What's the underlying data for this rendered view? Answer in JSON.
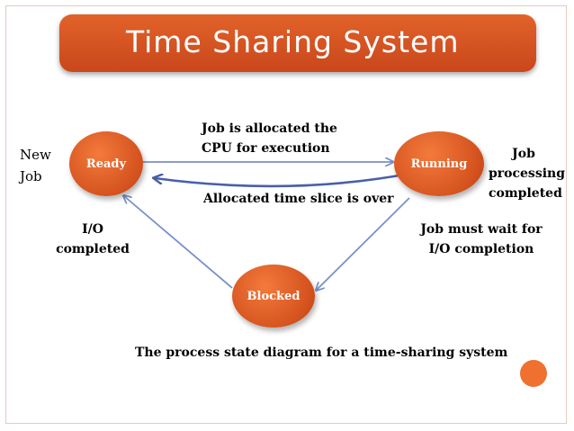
{
  "title": "Time Sharing System",
  "states": {
    "ready": "Ready",
    "running": "Running",
    "blocked": "Blocked"
  },
  "labels": {
    "new_job": [
      "New",
      "Job"
    ],
    "allocated_cpu": [
      "Job is allocated the",
      "CPU for execution"
    ],
    "time_slice_over": "Allocated time slice is over",
    "job_completed": [
      "Job",
      "processing",
      "completed"
    ],
    "io_completed": [
      "I/O",
      "completed"
    ],
    "wait_io": [
      "Job must wait for",
      "I/O completion"
    ]
  },
  "caption": "The process state diagram for a time-sharing system",
  "colors": {
    "accent": "#d4521e",
    "arrow": "#7a90c8"
  }
}
